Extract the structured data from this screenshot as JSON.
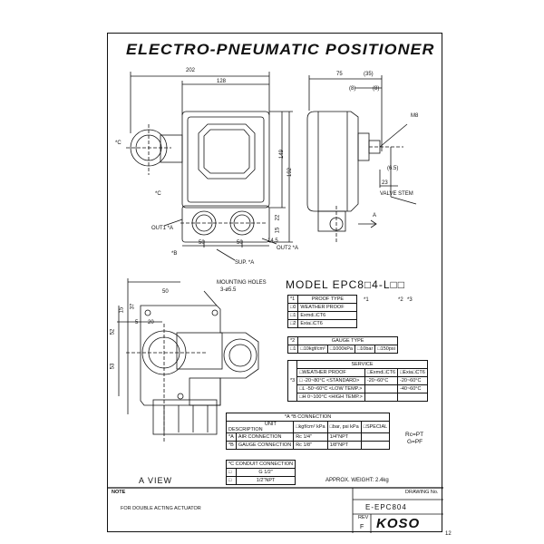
{
  "title": "ELECTRO-PNEUMATIC POSITIONER",
  "page_number": "12",
  "dimensions": {
    "d202": "202",
    "d128": "128",
    "d75": "75",
    "d35": "(35)",
    "d8a": "(8)",
    "d8b": "(8)",
    "d149": "149",
    "d192": "192",
    "d22": "22",
    "d15": "15",
    "d50a": "50",
    "d50b": "50",
    "d14_5": "14.5",
    "d6_5": "(6.5)",
    "d23": "23",
    "d5": "5",
    "d20": "20",
    "d52": "52",
    "d53": "53",
    "d37": "37",
    "d15b": "15"
  },
  "callouts": {
    "m8": "M8",
    "valve_stem": "VALVE STEM",
    "arrow_a": "A",
    "c1": "*C",
    "c2": "*C",
    "out1": "OUT1 *A",
    "out2": "OUT2 *A",
    "b": "*B",
    "sup": "SUP. *A",
    "mounting_holes": "MOUNTING HOLES",
    "mounting_spec": "3-ø5.5",
    "a_view": "A  VIEW",
    "approx_weight": "APPROX. WEIGHT: 2.4kg"
  },
  "model": {
    "code": "MODEL EPC8□4-L□□",
    "refs": [
      "*1",
      "*2",
      "*3"
    ]
  },
  "proof_type": {
    "key": "*1",
    "header": "PROOF TYPE",
    "rows": [
      {
        "code": "0",
        "desc": "WEATHER PROOF"
      },
      {
        "code": "1",
        "desc": "Exmd□CT6"
      },
      {
        "code": "2",
        "desc": "Exia□CT6"
      }
    ]
  },
  "gauge_type": {
    "key": "*2",
    "header": "GAUGE TYPE",
    "options": [
      "1",
      "10kgf/cm²",
      "1000kPa",
      "10bar",
      "150psi"
    ]
  },
  "service": {
    "key": "*3",
    "header": "SERVICE",
    "columns": [
      "WEATHER PROOF",
      "Exmd□CT6",
      "Exia□CT6"
    ],
    "rows": [
      {
        "code": "",
        "wp": "-20~80°C <STANDARD>",
        "exmd": "-20~60°C",
        "exia": "-20~60°C"
      },
      {
        "code": "L",
        "wp": "-50~60°C <LOW TEMP.>",
        "exmd": "",
        "exia": "-40~60°C"
      },
      {
        "code": "H",
        "wp": "0~100°C <HIGH TEMP.>",
        "exmd": "",
        "exia": ""
      }
    ]
  },
  "connection": {
    "header": "*A *B  CONNECTION",
    "unit_label": "UNIT",
    "desc_label": "DESCRIPTION",
    "col_kgf": "kgf/cm² kPa",
    "col_bar": "bar, psi kPa",
    "col_special": "SPECIAL",
    "rows": [
      {
        "key": "*A",
        "desc": "AIR CONNECTION",
        "kgf": "Rc 1/4\"",
        "bar": "1/4\"NPT"
      },
      {
        "key": "*B",
        "desc": "GAUGE CONNECTION",
        "kgf": "Rc 1/8\"",
        "bar": "1/8\"NPT"
      }
    ],
    "note": [
      "Rc=PT",
      "G=PF"
    ]
  },
  "conduit": {
    "header": "*C  CONDUIT CONNECTION",
    "rows": [
      "G 1/2\"",
      "1/2\"NPT"
    ]
  },
  "footer": {
    "note_label": "NOTE",
    "note_text": "FOR DOUBLE ACTING ACTUATOR",
    "drawing_label": "DRAWING No.",
    "drawing_no": "E-EPC804",
    "rev_label": "REV",
    "rev_value": "F",
    "brand": "KOSO"
  }
}
